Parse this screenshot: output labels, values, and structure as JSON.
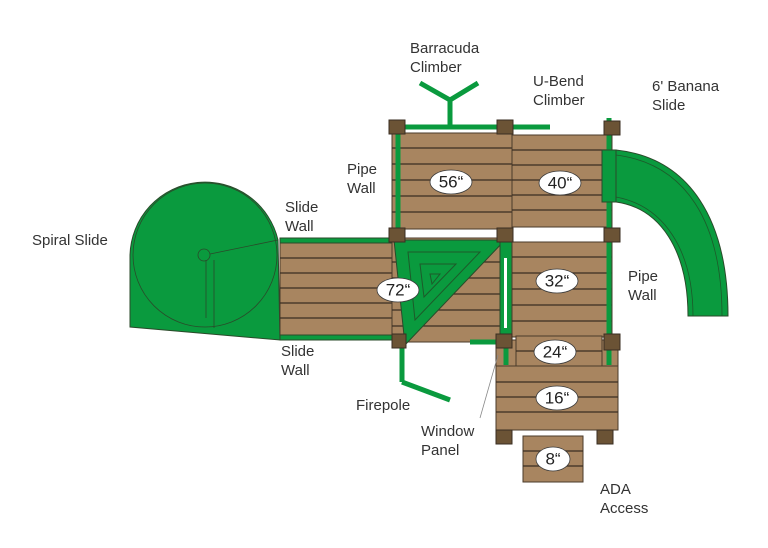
{
  "diagram": {
    "title": "Playset top-view layout",
    "labels": {
      "barracuda_climber": [
        "Barracuda",
        "Climber"
      ],
      "u_bend_climber": [
        "U-Bend",
        "Climber"
      ],
      "banana_slide": [
        "6' Banana",
        "Slide"
      ],
      "pipe_wall_top": [
        "Pipe",
        "Wall"
      ],
      "pipe_wall_right": [
        "Pipe",
        "Wall"
      ],
      "slide_wall_top": [
        "Slide",
        "Wall"
      ],
      "slide_wall_bottom": [
        "Slide",
        "Wall"
      ],
      "spiral_slide": "Spiral Slide",
      "firepole": "Firepole",
      "window_panel": [
        "Window",
        "Panel"
      ],
      "ada_access": [
        "ADA",
        "Access"
      ]
    },
    "deck_heights": [
      "56“",
      "40“",
      "72“",
      "32“",
      "24“",
      "16“",
      "8“"
    ],
    "colors": {
      "wood": "#a88560",
      "post": "#6b5335",
      "green": "#0a9a3e",
      "text": "#333333"
    }
  }
}
